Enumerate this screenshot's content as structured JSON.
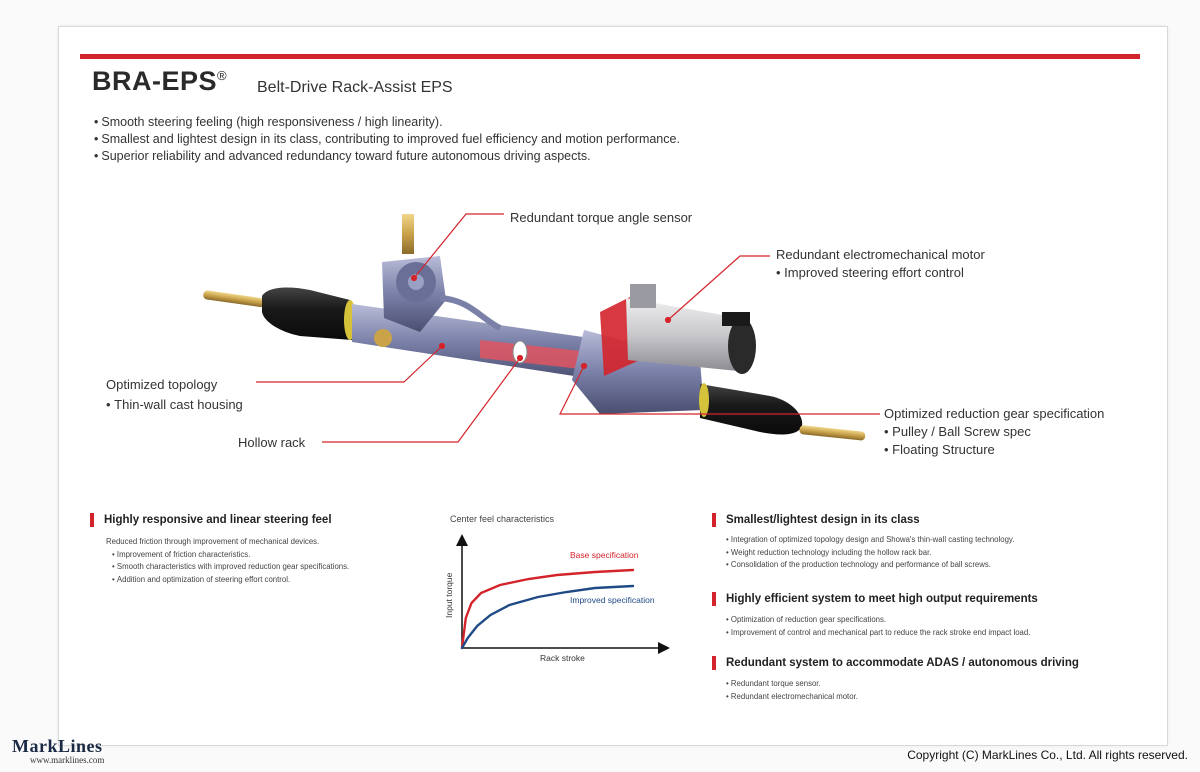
{
  "header": {
    "title": "BRA-EPS",
    "registered": "®",
    "subtitle": "Belt-Drive Rack-Assist EPS"
  },
  "bullets": [
    "Smooth steering feeling (high responsiveness / high linearity).",
    "Smallest and lightest design in its class, contributing to improved fuel efficiency and motion performance.",
    "Superior reliability and advanced redundancy toward future autonomous driving aspects."
  ],
  "callouts": {
    "torque_sensor": "Redundant torque angle sensor",
    "motor": {
      "label": "Redundant electromechanical motor",
      "sub": "Improved steering effort control"
    },
    "topology": {
      "label": "Optimized topology",
      "sub": "Thin-wall cast housing"
    },
    "hollow_rack": "Hollow rack",
    "reduction_gear": {
      "label": "Optimized reduction gear specification",
      "subs": [
        "Pulley / Ball Screw spec",
        "Floating Structure"
      ]
    }
  },
  "sections": {
    "steering_feel": {
      "heading": "Highly responsive and linear steering feel",
      "intro": "Reduced friction through improvement of mechanical devices.",
      "items": [
        "Improvement of friction characteristics.",
        "Smooth characteristics with improved reduction gear specifications.",
        "Addition and optimization of steering effort control."
      ]
    },
    "smallest": {
      "heading": "Smallest/lightest design in its class",
      "items": [
        "Integration of optimized topology design and Showa's thin-wall casting technology.",
        "Weight reduction technology including the hollow rack bar.",
        "Consolidation of the production technology and performance of ball screws."
      ]
    },
    "efficient": {
      "heading": "Highly efficient system to meet high output requirements",
      "items": [
        "Optimization of reduction gear specifications.",
        "Improvement of control and mechanical part to reduce the rack stroke end impact load."
      ]
    },
    "redundant": {
      "heading": "Redundant system to accommodate ADAS / autonomous driving",
      "items": [
        "Redundant torque sensor.",
        "Redundant electromechanical motor."
      ]
    }
  },
  "chart_data": {
    "type": "line",
    "title": "Center feel characteristics",
    "xlabel": "Rack stroke",
    "ylabel": "Input torque",
    "xlim": [
      0,
      1
    ],
    "ylim": [
      0,
      1
    ],
    "series": [
      {
        "name": "Base specification",
        "color": "#d4242b",
        "x": [
          0,
          0.02,
          0.05,
          0.1,
          0.2,
          0.35,
          0.5,
          0.7,
          0.9
        ],
        "y": [
          0,
          0.3,
          0.45,
          0.55,
          0.63,
          0.69,
          0.73,
          0.76,
          0.78
        ]
      },
      {
        "name": "Improved specification",
        "color": "#1f4a86",
        "x": [
          0,
          0.03,
          0.08,
          0.15,
          0.25,
          0.4,
          0.55,
          0.7,
          0.9
        ],
        "y": [
          0,
          0.1,
          0.22,
          0.33,
          0.43,
          0.51,
          0.56,
          0.6,
          0.62
        ]
      }
    ]
  },
  "footer": {
    "brand": "MarkLines",
    "url": "www.marklines.com",
    "copyright": "Copyright (C) MarkLines Co., Ltd. All rights reserved."
  },
  "colors": {
    "accent": "#d4242b",
    "blue_series": "#1f4a86"
  }
}
